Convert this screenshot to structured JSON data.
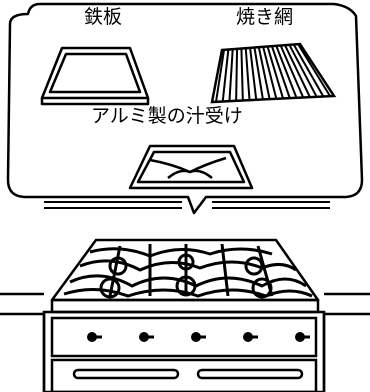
{
  "callout": {
    "items": [
      {
        "label": "鉄板"
      },
      {
        "label": "焼き網"
      },
      {
        "label": "アルミ製の汁受け"
      }
    ]
  },
  "colors": {
    "line": "#000000",
    "background": "#ffffff"
  },
  "range": {
    "knob_count": 5,
    "knob_icon": "range-knob-icon",
    "handle_icon": "drawer-handle-icon"
  }
}
